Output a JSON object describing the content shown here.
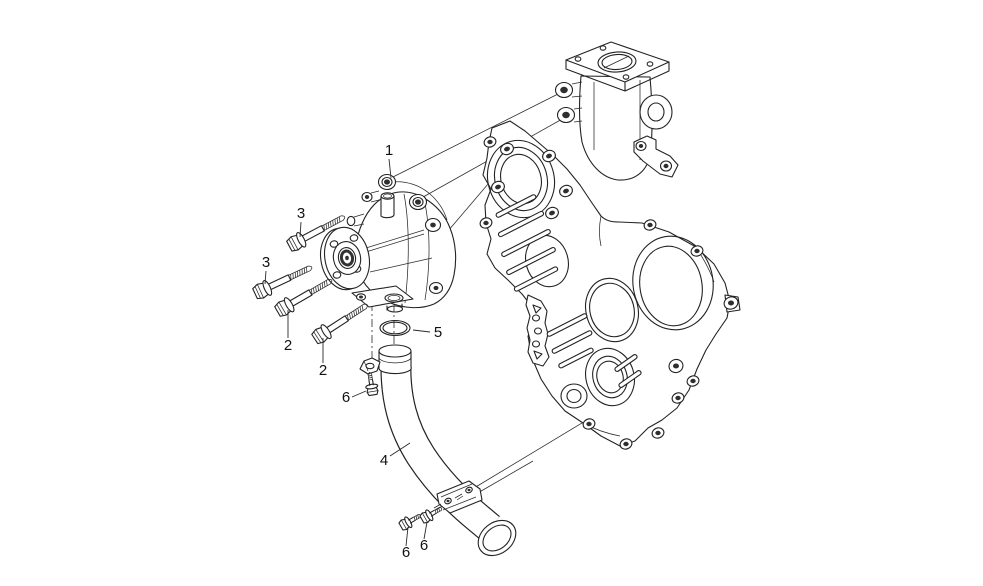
{
  "figure": {
    "type": "exploded-parts-diagram",
    "background_color": "#ffffff",
    "line_color": "#232323",
    "callouts": [
      {
        "id": "1",
        "label": "1"
      },
      {
        "id": "3-upper",
        "label": "3"
      },
      {
        "id": "3-lower",
        "label": "3"
      },
      {
        "id": "2-upper",
        "label": "2"
      },
      {
        "id": "2-lower",
        "label": "2"
      },
      {
        "id": "5",
        "label": "5"
      },
      {
        "id": "6-clip",
        "label": "6"
      },
      {
        "id": "4",
        "label": "4"
      },
      {
        "id": "6-left",
        "label": "6"
      },
      {
        "id": "6-right",
        "label": "6"
      }
    ]
  }
}
